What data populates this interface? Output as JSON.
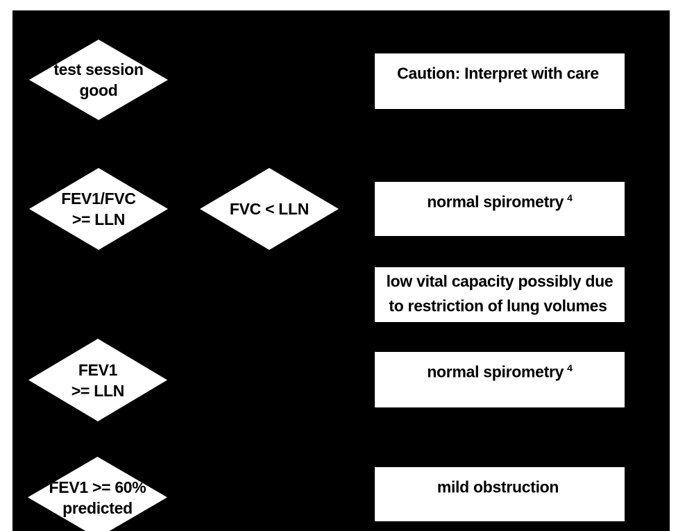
{
  "colors": {
    "page_background": "#ffffff",
    "canvas_background": "#000000",
    "shape_fill": "#ffffff",
    "text": "#000000"
  },
  "flowchart": {
    "decisions": [
      {
        "id": "test-session-good",
        "text": "test session\ngood"
      },
      {
        "id": "fev1-fvc-ge-lln",
        "text": "FEV1/FVC\n>= LLN"
      },
      {
        "id": "fvc-lt-lln",
        "text": "FVC < LLN"
      },
      {
        "id": "fev1-ge-lln",
        "text": "FEV1\n>= LLN"
      },
      {
        "id": "fev1-ge-60-predicted",
        "text": "FEV1 >= 60%\npredicted"
      }
    ],
    "outcomes": [
      {
        "id": "caution",
        "text": "Caution: Interpret with care",
        "sup": ""
      },
      {
        "id": "normal-spirometry-1",
        "text": "normal spirometry",
        "sup": "4"
      },
      {
        "id": "low-vital-capacity",
        "text": "low vital capacity possibly due\nto restriction of lung volumes",
        "sup": ""
      },
      {
        "id": "normal-spirometry-2",
        "text": "normal spirometry",
        "sup": "4"
      },
      {
        "id": "mild-obstruction",
        "text": "mild obstruction",
        "sup": ""
      }
    ]
  }
}
